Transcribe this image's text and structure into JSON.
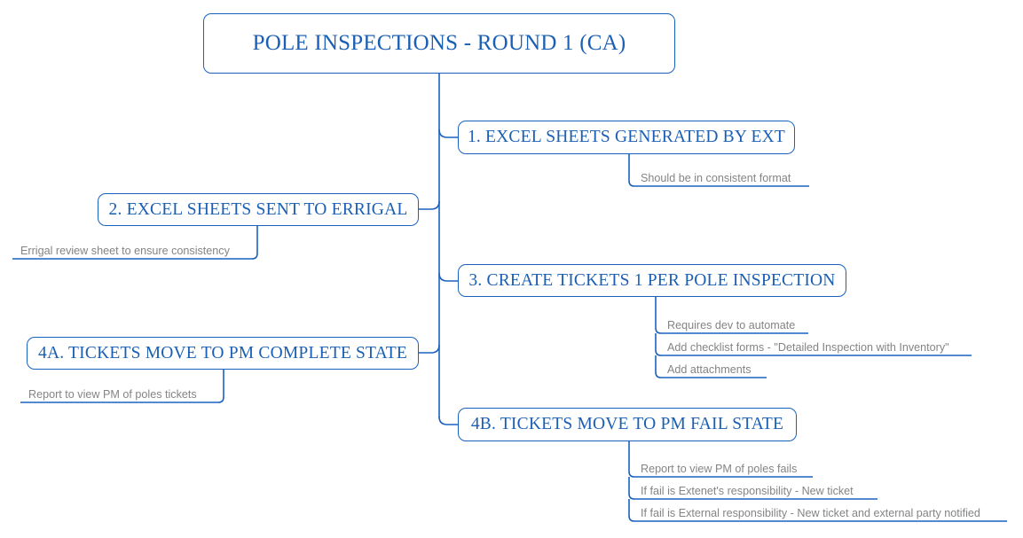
{
  "document": {
    "type": "mind-map",
    "title": "POLE INSPECTIONS - ROUND 1 (CA)",
    "colors": {
      "node_border": "#1a62c0",
      "node_text": "#1a5fb4",
      "subitem_text": "#848484",
      "connector": "#1a62c0",
      "background": "#ffffff"
    }
  },
  "root": {
    "label": "POLE INSPECTIONS - ROUND 1 (CA)"
  },
  "branches": [
    {
      "id": "1",
      "side": "right",
      "label": "1. EXCEL SHEETS GENERATED BY EXT",
      "children": [
        {
          "label": "Should be in consistent format"
        }
      ]
    },
    {
      "id": "2",
      "side": "left",
      "label": "2. EXCEL SHEETS SENT TO ERRIGAL",
      "children": [
        {
          "label": "Errigal review sheet to ensure consistency"
        }
      ]
    },
    {
      "id": "3",
      "side": "right",
      "label": "3. CREATE TICKETS 1 PER POLE INSPECTION",
      "children": [
        {
          "label": "Requires dev to automate"
        },
        {
          "label": "Add checklist forms - \"Detailed Inspection with Inventory\""
        },
        {
          "label": "Add attachments"
        }
      ]
    },
    {
      "id": "4A",
      "side": "left",
      "label": "4A. TICKETS MOVE TO PM COMPLETE STATE",
      "children": [
        {
          "label": "Report to view PM of poles tickets"
        }
      ]
    },
    {
      "id": "4B",
      "side": "right",
      "label": "4B. TICKETS MOVE TO PM FAIL STATE",
      "children": [
        {
          "label": "Report to view PM of poles fails"
        },
        {
          "label": "If fail is Extenet's responsibility - New ticket"
        },
        {
          "label": "If fail is External responsibility - New ticket and external party notified"
        }
      ]
    }
  ]
}
